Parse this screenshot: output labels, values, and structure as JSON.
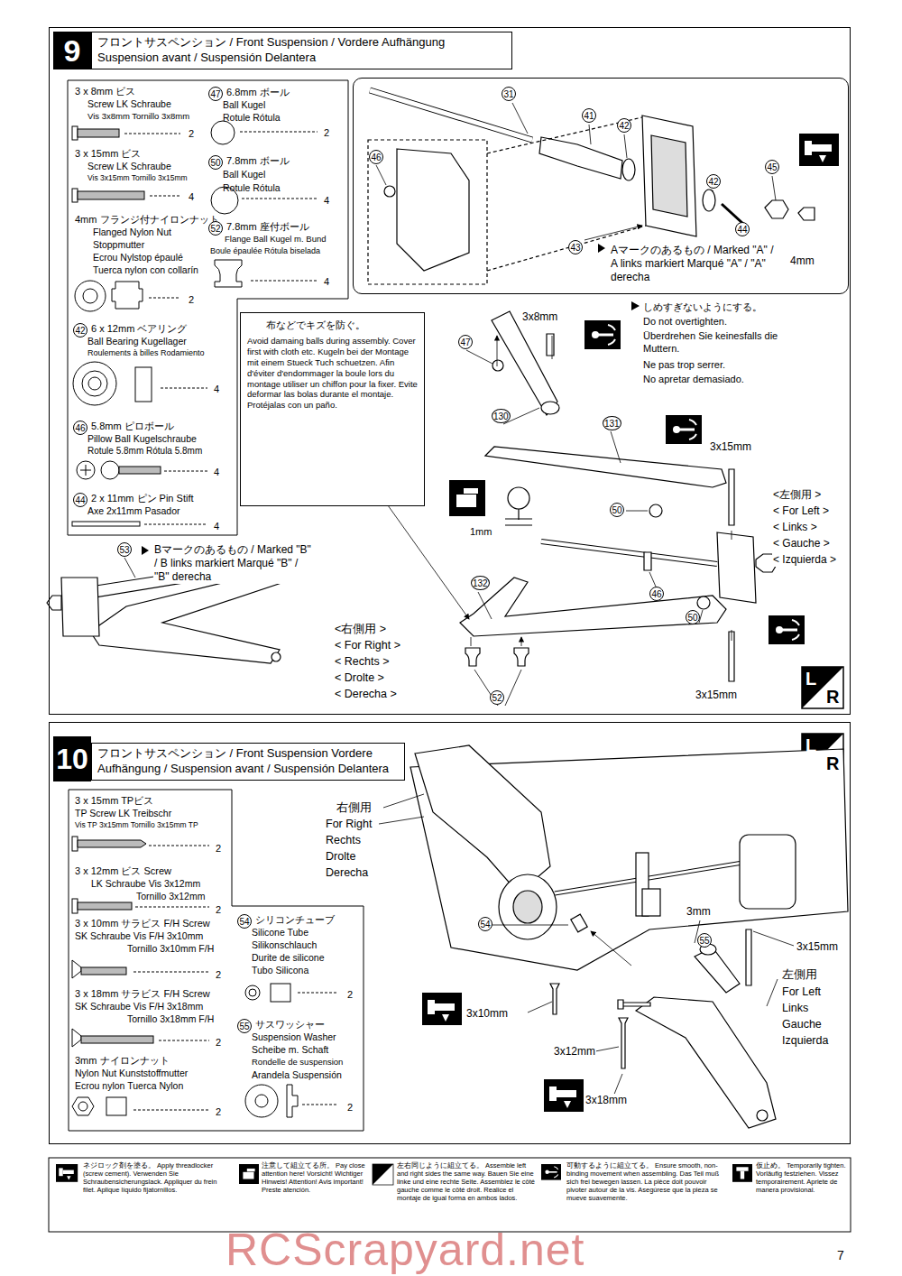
{
  "diagram": {
    "nodes": [
      {
        "text": [
          "9",
          "フロントサスペンション / Front Suspension / Vordere Aufhängung Suspension avant / Suspensión Delantera"
        ]
      },
      {
        "text": [
          "3 x 8mm ビス",
          "Screw LK Schraube",
          "Vis 3x8mm Tornillo 3x8mm",
          "2",
          "3 x 15mm ビス",
          "Screw LK Schraube",
          "Vis 3x15mm Tornillo 3x15mm",
          "4",
          "4mm フランジ付ナイロンナット",
          "Flanged Nylon Nut",
          "Stoppmutter",
          "Ecrou Nylstop épaulé",
          "Tuerca nylon con collarín",
          "2",
          "42",
          "6 x 12mm ベアリング",
          "Ball Bearing Kugellager",
          "Roulements à billes Rodamiento",
          "4",
          "46",
          "5.8mm ピロボール",
          "Pillow Ball Kugelschraube",
          "Rotule 5.8mm Rótula 5.8mm",
          "4",
          "44",
          "2 x 11mm ピン Pin Stift",
          "Axe 2x11mm Pasador",
          "4",
          "47",
          "6.8mm ボール",
          "Ball Kugel",
          "Rotule Rótula",
          "2",
          "50",
          "7.8mm ボール",
          "Ball Kugel",
          "Rotule Rótula",
          "4",
          "52",
          "7.8mm 座付ボール",
          "Flange Ball Kugel m. Bund",
          "Boule épaulée Rótula biselada",
          "4"
        ],
        "in": 0
      },
      {
        "text": [
          "Aマークのあるもの / Marked \"A\" / A links markiert Marqué \"A\" / \"A\" derecha"
        ],
        "in": 0
      },
      {
        "text": [
          "布などでキズを防ぐ。",
          "Avoid damaing balls during assembly. Cover first with cloth etc. Kugeln bei der Montage mit einem Stueck Tuch schuetzen. Afin d'éviter d'endommager la boule lors du montage utiliser un chiffon pour la fixer. Evite deformar las bolas durante el montaje. Protéjalas con un paño."
        ],
        "in": 0
      },
      {
        "text": [
          "10",
          "フロントサスペンション / Front Suspension Vordere Aufhängung / Suspension avant / Suspensión Delantera"
        ]
      },
      {
        "text": [
          "3 x 15mm TPビス",
          "TP Screw LK Treibschr",
          "Vis TP 3x15mm Tornillo 3x15mm TP",
          "2",
          "3 x 12mm ビス Screw",
          "LK Schraube Vis 3x12mm",
          "Tornillo 3x12mm",
          "2",
          "3 x 10mm サラビス F/H Screw",
          "SK Schraube Vis F/H 3x10mm",
          "Tornillo 3x10mm F/H",
          "2",
          "3 x 18mm サラビス F/H Screw",
          "SK Schraube Vis F/H 3x18mm",
          "Tornillo 3x18mm F/H",
          "2",
          "3mm ナイロンナット",
          "Nylon Nut Kunststoffmutter",
          "Ecrou nylon Tuerca Nylon",
          "2",
          "54",
          "シリコンチューブ",
          "Silicone Tube",
          "Silikonschlauch",
          "Durite de silicone",
          "Tubo Silicona",
          "2",
          "55",
          "サスワッシャー",
          "Suspension Washer",
          "Scheibe m. Schaft",
          "Rondelle de suspension",
          "Arandela Suspensión",
          "2"
        ],
        "in": 4
      }
    ],
    "labels": [
      "31",
      "41",
      "42",
      "42",
      "45",
      "44",
      "46",
      "43",
      "4mm",
      "しめすぎないようにする。",
      "Do not overtighten.",
      "Überdrehen Sie keinesfalls die Muttern.",
      "Ne pas trop serrer.",
      "No apretar demasiado.",
      "3x8mm",
      "47",
      "130",
      "131",
      "3x15mm",
      "<左側用 >",
      "< For Left >",
      "< Links >",
      "< Gauche >",
      "< Izquierda >",
      "1mm",
      "50",
      "132",
      "46",
      "50",
      "3x15mm",
      "52",
      "53",
      "Bマークのあるもの / Marked \"B\" / B links markiert Marqué \"B\" / \"B\" derecha",
      "<右側用 >",
      "< For Right >",
      "< Rechts >",
      "< Drolte >",
      "< Derecha >",
      "L",
      "R",
      "右側用",
      "For Right",
      "Rechts",
      "Drolte",
      "Derecha",
      "L",
      "R",
      "54",
      "55",
      "3mm",
      "3x15mm",
      "左側用",
      "For Left",
      "Links",
      "Gauche",
      "Izquierda",
      "3x10mm",
      "3x12mm",
      "3x18mm",
      "RCScrapyard.net",
      "7"
    ],
    "legend": [
      {
        "text": "ネジロック剤を塗る。 Apply threadlocker (screw cement). Verwenden Sie Schraubensicherungslack. Appliquer du frein filet. Aplique líquido fijatornillos."
      },
      {
        "text": "注意して組立てる所。 Pay close attention here! Vorsicht! Wichtiger Hinweis! Attention! Avis important! Preste atención."
      },
      {
        "text": "左右同じように組立てる。 Assemble left and right sides the same way. Bauen Sie eine linke und eine rechte Seite. Assemblez le côté gauche comme le côté droit. Realice el montaje de igual forma en ambos lados."
      },
      {
        "text": "可動するように組立てる。 Ensure smooth, non-binding movement when assembling. Das Teil muß sich frei bewegen lassen. La pièce doit pouvoir pivoter autour de la vis. Asegúrese que la pieza se mueve suavemente."
      },
      {
        "text": "仮止め。 Temporarily tighten. Vorläufig festziehen. Vissez temporairement. Apriete de manera provisional."
      }
    ]
  }
}
